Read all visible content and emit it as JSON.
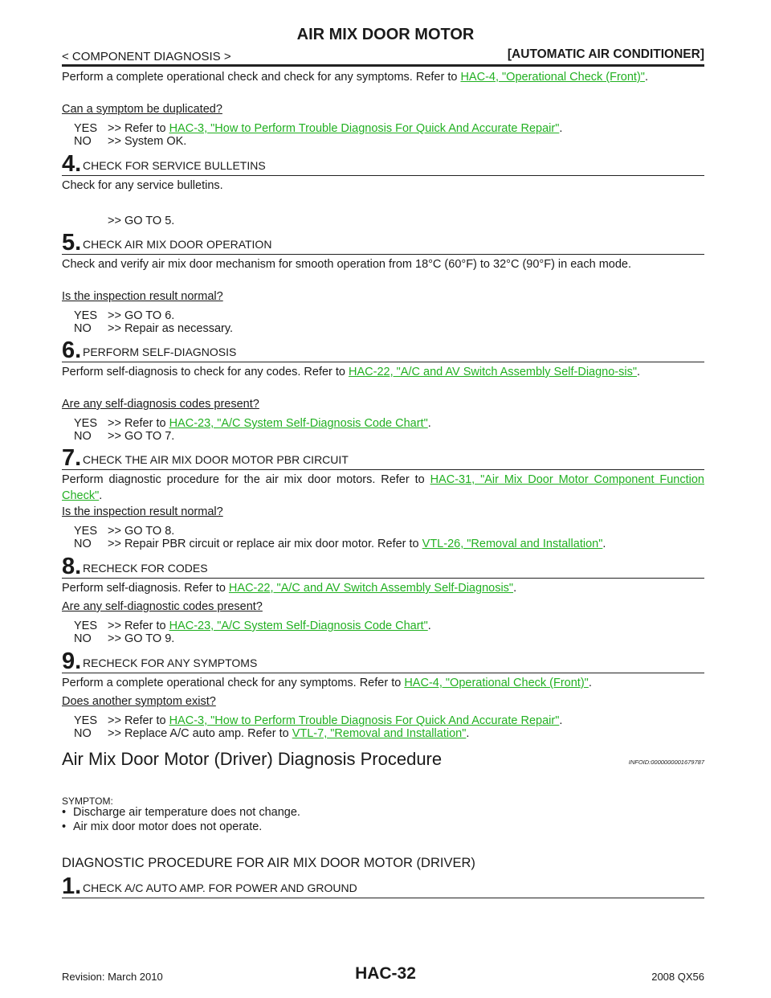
{
  "header": {
    "title": "AIR MIX DOOR MOTOR",
    "left": "< COMPONENT DIAGNOSIS >",
    "right": "[AUTOMATIC AIR CONDITIONER]"
  },
  "intro": {
    "text": "Perform a complete operational check and check for any symptoms. Refer to ",
    "link": "HAC-4, \"Operational Check (Front)\"",
    "question": "Can a symptom be duplicated?",
    "yes_key": "YES",
    "yes_text": ">> Refer to ",
    "yes_link": "HAC-3, \"How to Perform Trouble Diagnosis For Quick And Accurate Repair\"",
    "no_key": "NO",
    "no_text": ">> System OK."
  },
  "step4": {
    "num": "4.",
    "title": "CHECK FOR SERVICE BULLETINS",
    "text": "Check for any service bulletins.",
    "result": ">> GO TO 5."
  },
  "step5": {
    "num": "5.",
    "title": "CHECK AIR MIX DOOR OPERATION",
    "text": "Check and verify air mix door mechanism for smooth operation from 18°C (60°F) to 32°C (90°F) in each mode.",
    "question": "Is the inspection result normal?",
    "yes_key": "YES",
    "yes_text": ">> GO TO 6.",
    "no_key": "NO",
    "no_text": ">> Repair as necessary."
  },
  "step6": {
    "num": "6.",
    "title": "PERFORM SELF-DIAGNOSIS",
    "text": "Perform self-diagnosis to check for any codes. Refer to ",
    "link": "HAC-22, \"A/C and AV Switch Assembly Self-Diagno-sis\"",
    "question": "Are any self-diagnosis codes present?",
    "yes_key": "YES",
    "yes_text": ">> Refer to ",
    "yes_link": "HAC-23, \"A/C System Self-Diagnosis Code Chart\"",
    "no_key": "NO",
    "no_text": ">> GO TO 7."
  },
  "step7": {
    "num": "7.",
    "title": "CHECK THE AIR MIX DOOR MOTOR PBR CIRCUIT",
    "text": "Perform diagnostic procedure for the air mix door motors. Refer to ",
    "link": "HAC-31, \"Air Mix Door Motor Component Function Check\"",
    "question": "Is the inspection result normal?",
    "yes_key": "YES",
    "yes_text": ">> GO TO 8.",
    "no_key": "NO",
    "no_text": ">> Repair PBR circuit or replace air mix door motor. Refer to ",
    "no_link": "VTL-26, \"Removal and Installation\""
  },
  "step8": {
    "num": "8.",
    "title": "RECHECK FOR CODES",
    "text": "Perform self-diagnosis. Refer to ",
    "link": "HAC-22, \"A/C and AV Switch Assembly Self-Diagnosis\"",
    "question": "Are any self-diagnostic codes present?",
    "yes_key": "YES",
    "yes_text": ">> Refer to ",
    "yes_link": "HAC-23, \"A/C System Self-Diagnosis Code Chart\"",
    "no_key": "NO",
    "no_text": ">> GO TO 9."
  },
  "step9": {
    "num": "9.",
    "title": "RECHECK FOR ANY SYMPTOMS",
    "text": "Perform a complete operational check for any symptoms. Refer to ",
    "link": "HAC-4, \"Operational Check (Front)\"",
    "question": "Does another symptom exist?",
    "yes_key": "YES",
    "yes_text": ">> Refer to ",
    "yes_link": "HAC-3, \"How to Perform Trouble Diagnosis For Quick And Accurate Repair\"",
    "no_key": "NO",
    "no_text": ">> Replace A/C auto amp. Refer to ",
    "no_link": "VTL-7, \"Removal and Installation\""
  },
  "section": {
    "title": "Air Mix Door Motor (Driver) Diagnosis Procedure",
    "infoid": "INFOID:0000000001679787",
    "symptom_label": "SYMPTOM:",
    "bullets": [
      "Discharge air temperature does not change.",
      "Air mix door motor does not operate."
    ],
    "procedure_title": "DIAGNOSTIC PROCEDURE FOR AIR MIX DOOR MOTOR (DRIVER)"
  },
  "step1": {
    "num": "1.",
    "title": "CHECK A/C AUTO AMP. FOR POWER AND GROUND"
  },
  "footer": {
    "revision": "Revision: March 2010",
    "page": "HAC-32",
    "model": "2008 QX56"
  },
  "colors": {
    "link": "#22b022",
    "text": "#1a1a1a"
  }
}
